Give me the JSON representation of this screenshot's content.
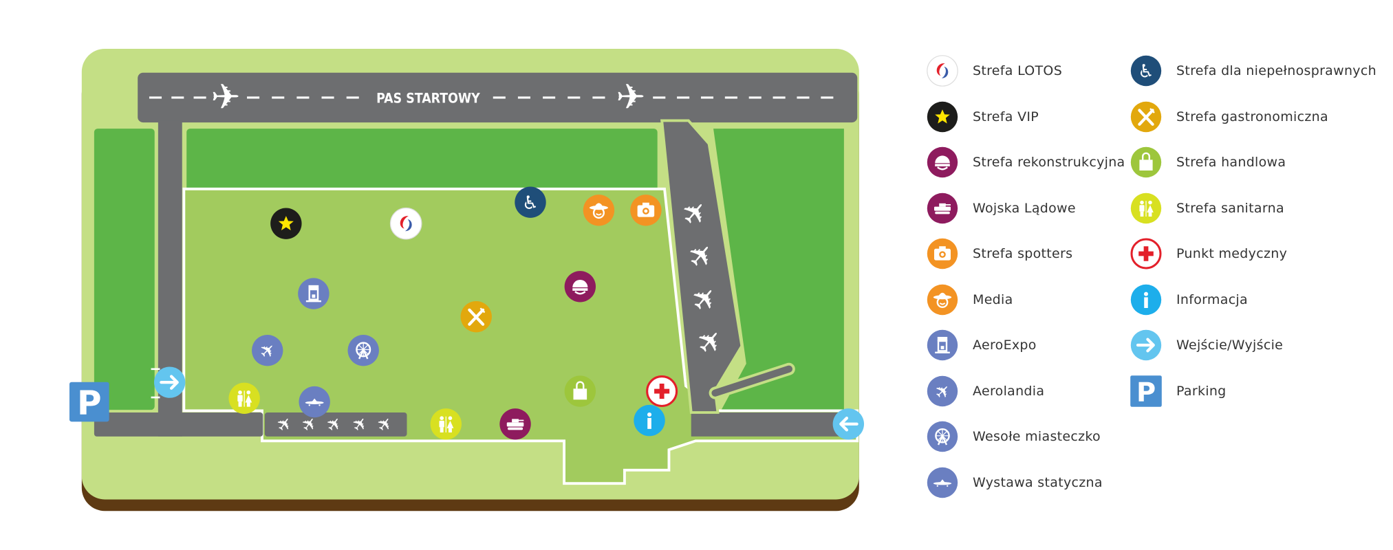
{
  "map": {
    "runway_label": "PAS STARTOWY"
  },
  "legend": {
    "column1": [
      {
        "label": "Strefa LOTOS",
        "icon": "lotos-icon"
      },
      {
        "label": "Strefa VIP",
        "icon": "star-icon"
      },
      {
        "label": "Strefa rekonstrukcyjna",
        "icon": "helmet-icon"
      },
      {
        "label": "Wojska Lądowe",
        "icon": "tank-icon"
      },
      {
        "label": "Strefa spotters",
        "icon": "camera-icon"
      },
      {
        "label": "Media",
        "icon": "media-icon"
      },
      {
        "label": "AeroExpo",
        "icon": "aeroexpo-icon"
      },
      {
        "label": "Aerolandia",
        "icon": "plane-icon"
      },
      {
        "label": "Wesołe miasteczko",
        "icon": "ferris-wheel-icon"
      },
      {
        "label": "Wystawa statyczna",
        "icon": "static-plane-icon"
      }
    ],
    "column2": [
      {
        "label": "Strefa dla niepełnosprawnych",
        "icon": "wheelchair-icon"
      },
      {
        "label": "Strefa gastronomiczna",
        "icon": "fork-knife-icon"
      },
      {
        "label": "Strefa handlowa",
        "icon": "shopping-bag-icon"
      },
      {
        "label": "Strefa sanitarna",
        "icon": "toilet-icon"
      },
      {
        "label": "Punkt medyczny",
        "icon": "medical-cross-icon"
      },
      {
        "label": "Informacja",
        "icon": "info-icon"
      },
      {
        "label": "Wejście/Wyjście",
        "icon": "arrow-right-icon"
      },
      {
        "label": "Parking",
        "icon": "parking-icon"
      }
    ]
  },
  "colors": {
    "board": "#c4df85",
    "field_dark": "#5db548",
    "field_light": "#a2cb5e",
    "road": "#6d6e70",
    "soil": "#5e3a13"
  }
}
